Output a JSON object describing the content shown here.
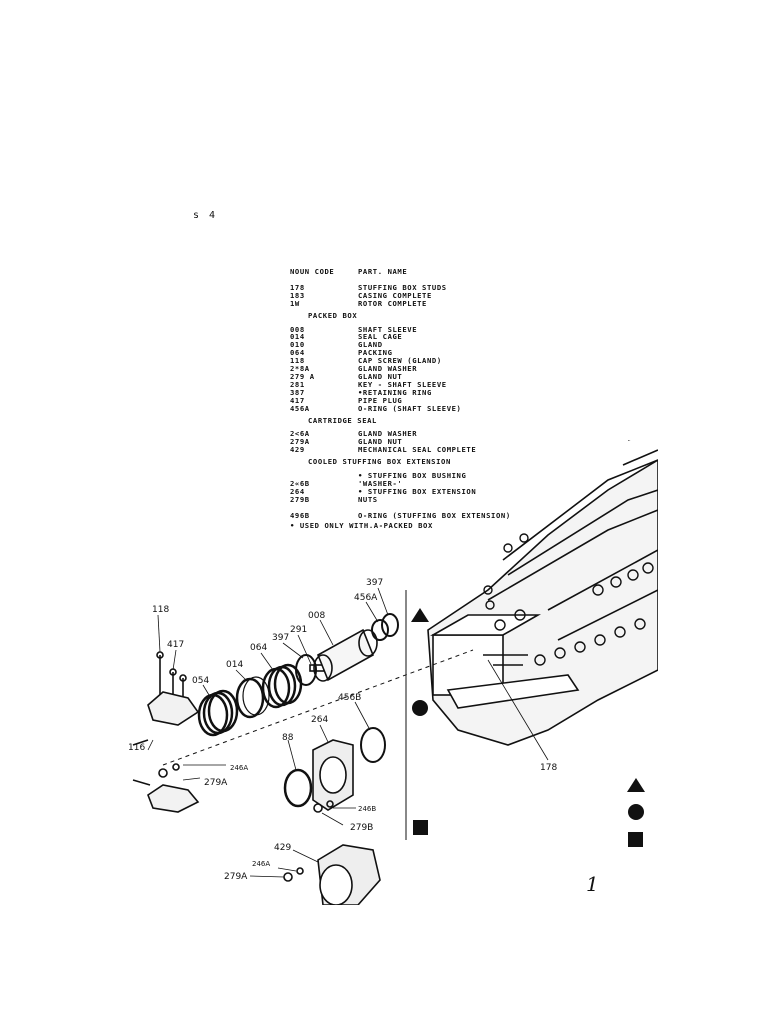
{
  "page_mark": "s 4",
  "table": {
    "header_code": "NOUN CODE",
    "header_name": "PART. NAME",
    "main_rows": [
      {
        "code": "178",
        "name": "STUFFING BOX STUDS"
      },
      {
        "code": "183",
        "name": "CASING COMPLETE"
      },
      {
        "code": "1W",
        "name": "ROTOR COMPLETE"
      }
    ],
    "packed_title": "PACKED BOX",
    "packed_rows": [
      {
        "code": "008",
        "name": "SHAFT SLEEVE"
      },
      {
        "code": "014",
        "name": "SEAL CAGE"
      },
      {
        "code": "010",
        "name": "GLAND"
      },
      {
        "code": "064",
        "name": "PACKING"
      },
      {
        "code": "118",
        "name": "CAP SCREW (GLAND)"
      },
      {
        "code": "2*8A",
        "name": "GLAND WASHER"
      },
      {
        "code": "279 A",
        "name": "GLAND NUT"
      },
      {
        "code": "281",
        "name": "KEY - SHAFT SLEEVE"
      },
      {
        "code": "387",
        "name": "•RETAINING RING"
      },
      {
        "code": "417",
        "name": "PIPE PLUG"
      },
      {
        "code": "456A",
        "name": "O-RING (SHAFT SLEEVE)"
      }
    ],
    "cartridge_title": "CARTRIDGE SEAL",
    "cartridge_rows": [
      {
        "code": "2<6A",
        "name": "GLAND WASHER"
      },
      {
        "code": "279A",
        "name": "GLAND NUT"
      },
      {
        "code": "429",
        "name": "MECHANICAL SEAL COMPLETE"
      }
    ],
    "cooled_title": "COOLED STUFFING BOX EXTENSION",
    "cooled_rows": [
      {
        "code": "",
        "name": "• STUFFING BOX BUSHING"
      },
      {
        "code": "2«6B",
        "name": "'WASHER-'"
      },
      {
        "code": "264",
        "name": "• STUFFING BOX EXTENSION"
      },
      {
        "code": "279B",
        "name": "NUTS"
      }
    ],
    "oring_row": {
      "code": "496B",
      "name": "O-RING (STUFFING BOX EXTENSION)"
    },
    "footnote": "• USED ONLY WITH.A-PACKED BOX"
  },
  "callouts": {
    "c118": "118",
    "c417": "417",
    "c054": "054",
    "c014": "014",
    "c064": "064",
    "c397a": "397",
    "c291": "291",
    "c008": "008",
    "c456a": "456A",
    "c397b": "397",
    "c116": "116",
    "c246a_1": "246A",
    "c279a_1": "279A",
    "c88": "88",
    "c264": "264",
    "c456b": "456B",
    "c246b": "246B",
    "c279b": "279B",
    "c429": "429",
    "c246a_2": "246A",
    "c279a_2": "279A",
    "c178": "178"
  },
  "figure_number": "1"
}
